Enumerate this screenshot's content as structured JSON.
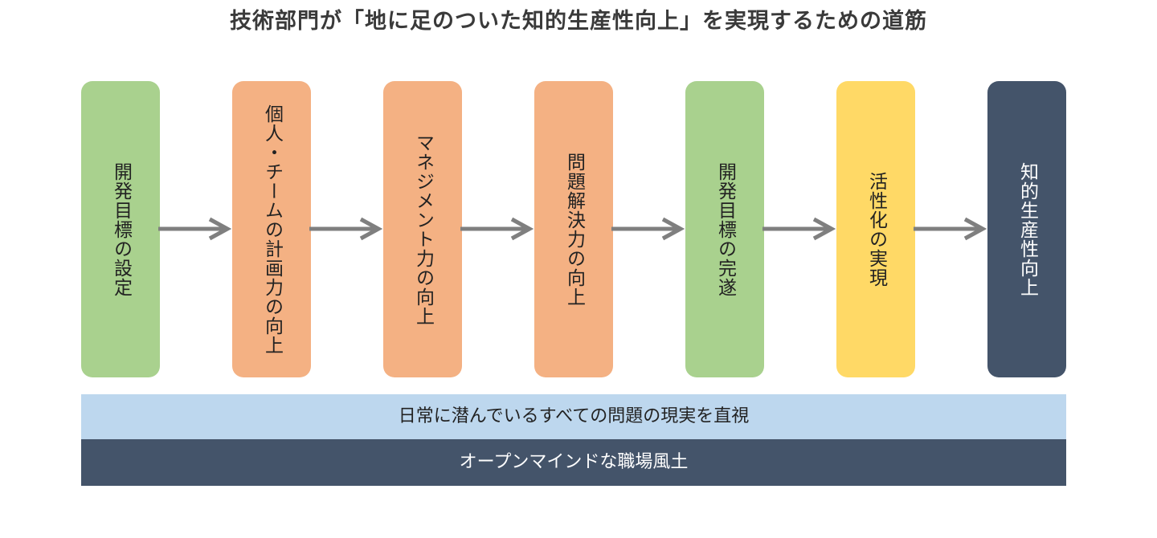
{
  "title": "技術部門が「地に足のついた知的生産性向上」を実現するための道筋",
  "steps": [
    {
      "label": "開発目標の設定",
      "color": "#a9d18e"
    },
    {
      "label": "個人・チームの計画力の向上",
      "color": "#f4b183"
    },
    {
      "label": "マネジメント力の向上",
      "color": "#f4b183"
    },
    {
      "label": "問題解決力の向上",
      "color": "#f4b183"
    },
    {
      "label": "開発目標の完遂",
      "color": "#a9d18e"
    },
    {
      "label": "活性化の実現",
      "color": "#ffd966"
    },
    {
      "label": "知的生産性向上",
      "color": "#44546a"
    }
  ],
  "arrow_color": "#7f7f7f",
  "foundation": {
    "top": {
      "label": "日常に潜んでいるすべての問題の現実を直視",
      "color": "#bdd7ee"
    },
    "bottom": {
      "label": "オープンマインドな職場風土",
      "color": "#44546a"
    }
  }
}
